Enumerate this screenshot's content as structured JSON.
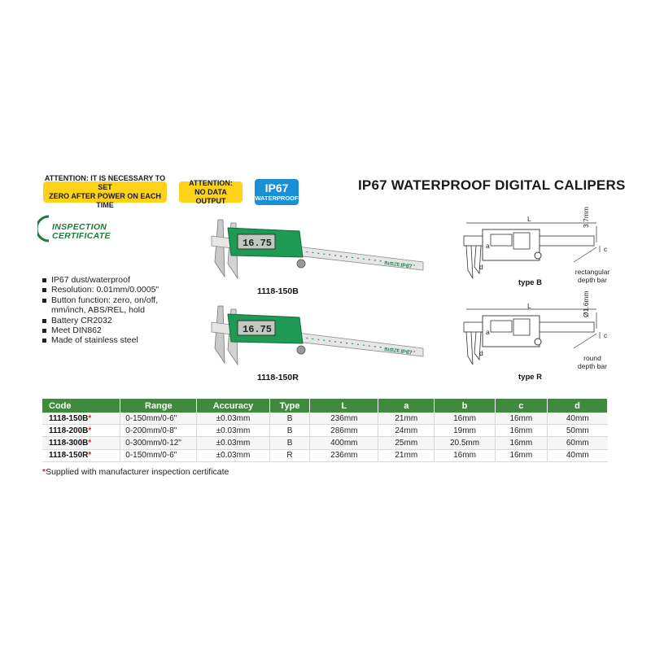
{
  "badges": {
    "attention1": "ATTENTION: IT IS NECESSARY TO SET ZERO AFTER POWER ON EACH TIME",
    "attention1_line1": "ATTENTION: IT IS NECESSARY TO SET",
    "attention1_line2": "ZERO AFTER POWER ON EACH TIME",
    "attention2_line1": "ATTENTION:",
    "attention2_line2": "NO DATA OUTPUT",
    "ip_main": "IP67",
    "ip_sub": "WATERPROOF"
  },
  "title": "IP67 WATERPROOF DIGITAL CALIPERS",
  "certificate": {
    "line1": "INSPECTION",
    "line2": "CERTIFICATE"
  },
  "features": [
    "IP67 dust/waterproof",
    "Resolution: 0.01mm/0.0005\"",
    "Button function: zero, on/off,",
    "mm/inch, ABS/REL, hold",
    "Battery CR2032",
    "Meet DIN862",
    "Made of stainless steel"
  ],
  "products": {
    "top": {
      "label": "1118-150B",
      "display": "16.75",
      "brand": "INSIZE",
      "rating": "IP67"
    },
    "bottom": {
      "label": "1118-150R",
      "display": "16.75",
      "brand": "INSIZE",
      "rating": "IP67"
    }
  },
  "diagrams": {
    "typeB": {
      "label": "type B",
      "dim_L": "L",
      "dim_depth": "3.7mm",
      "dim_c": "c",
      "dim_a": "a",
      "dim_d": "d",
      "note_line1": "rectangular",
      "note_line2": "depth bar"
    },
    "typeR": {
      "label": "type R",
      "dim_L": "L",
      "dim_depth": "Ø1.6mm",
      "dim_c": "c",
      "dim_a": "a",
      "dim_d": "d",
      "note_line1": "round",
      "note_line2": "depth bar"
    }
  },
  "table": {
    "headers": [
      "Code",
      "Range",
      "Accuracy",
      "Type",
      "L",
      "a",
      "b",
      "c",
      "d"
    ],
    "rows": [
      {
        "code": "1118-150B",
        "range": "0-150mm/0-6\"",
        "accuracy": "±0.03mm",
        "type": "B",
        "L": "236mm",
        "a": "21mm",
        "b": "16mm",
        "c": "16mm",
        "d": "40mm"
      },
      {
        "code": "1118-200B",
        "range": "0-200mm/0-8\"",
        "accuracy": "±0.03mm",
        "type": "B",
        "L": "286mm",
        "a": "24mm",
        "b": "19mm",
        "c": "16mm",
        "d": "50mm"
      },
      {
        "code": "1118-300B",
        "range": "0-300mm/0-12\"",
        "accuracy": "±0.03mm",
        "type": "B",
        "L": "400mm",
        "a": "25mm",
        "b": "20.5mm",
        "c": "16mm",
        "d": "60mm"
      },
      {
        "code": "1118-150R",
        "range": "0-150mm/0-6\"",
        "accuracy": "±0.03mm",
        "type": "R",
        "L": "236mm",
        "a": "21mm",
        "b": "16mm",
        "c": "16mm",
        "d": "40mm"
      }
    ],
    "star": "*"
  },
  "footnote": {
    "star": "*",
    "text": "Supplied with manufacturer inspection certificate"
  },
  "colors": {
    "attention": "#ffd21a",
    "ip_badge": "#1b8fd6",
    "brand_green": "#1f7a3e",
    "table_header": "#3f8a3f",
    "star_red": "#e0242a"
  }
}
